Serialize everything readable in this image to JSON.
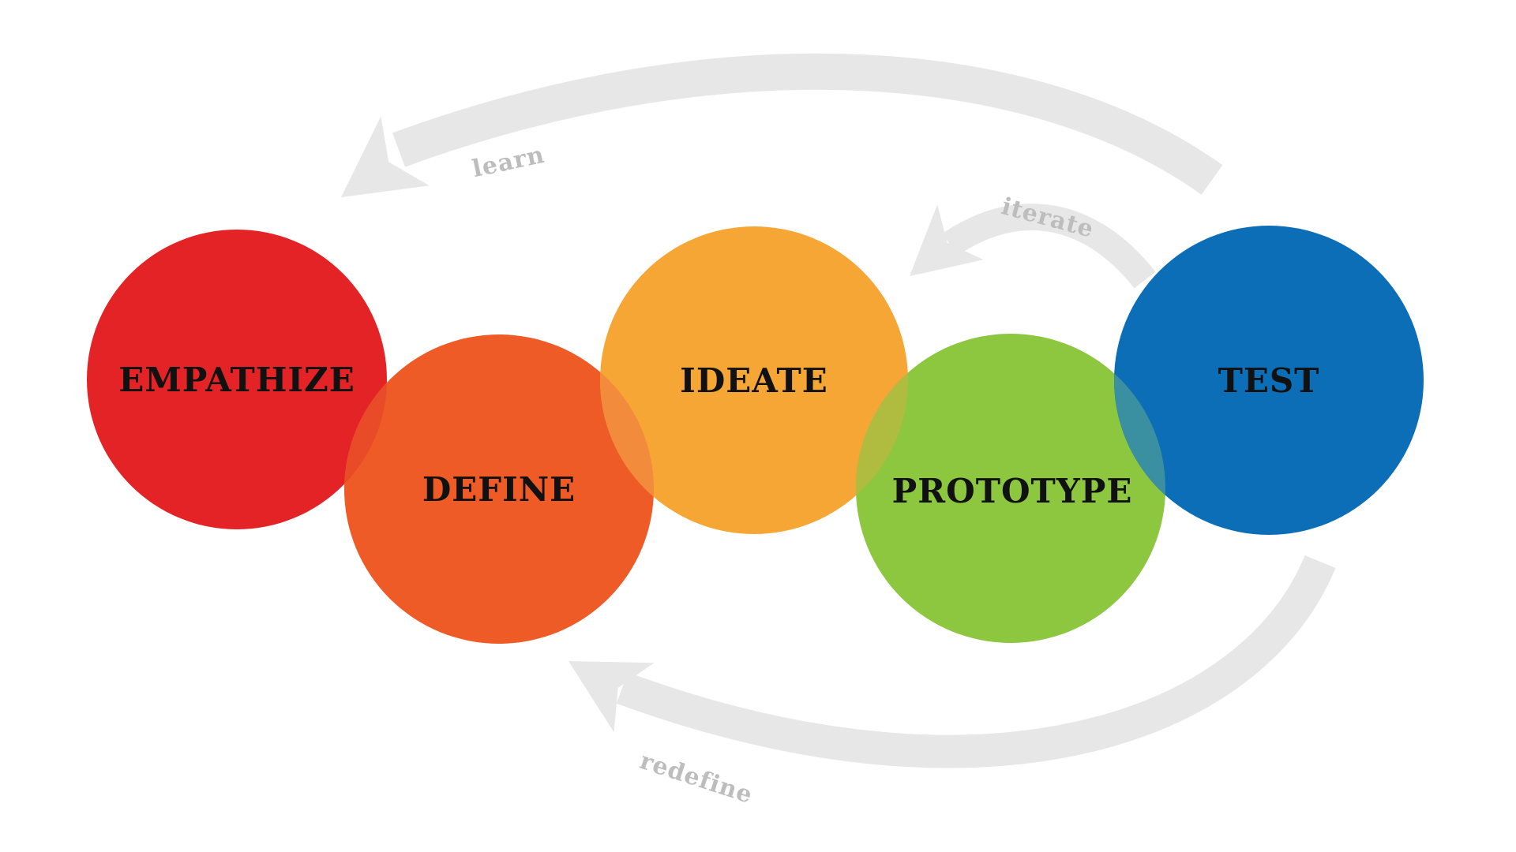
{
  "diagram": {
    "background": "#FFFFFF",
    "arrow_color": "#E7E7E7",
    "loop_label_color": "#BDBDBD",
    "stage_label_color": "#111111",
    "stages": [
      {
        "label": "EMPATHIZE",
        "color": "#E32326"
      },
      {
        "label": "DEFINE",
        "color": "#EE5B26"
      },
      {
        "label": "IDEATE",
        "color": "#F6A635"
      },
      {
        "label": "PROTOTYPE",
        "color": "#8DC63F"
      },
      {
        "label": "TEST",
        "color": "#0D6EB8"
      }
    ],
    "overlaps": [
      {
        "between": "empathize-define",
        "color": "#E94B28"
      },
      {
        "between": "define-ideate",
        "color": "#F28B3C"
      },
      {
        "between": "ideate-prototype",
        "color": "#AFBC40"
      },
      {
        "between": "prototype-test",
        "color": "#3A8FA0"
      }
    ],
    "loops": [
      {
        "label": "learn"
      },
      {
        "label": "iterate"
      },
      {
        "label": "redefine"
      }
    ]
  }
}
